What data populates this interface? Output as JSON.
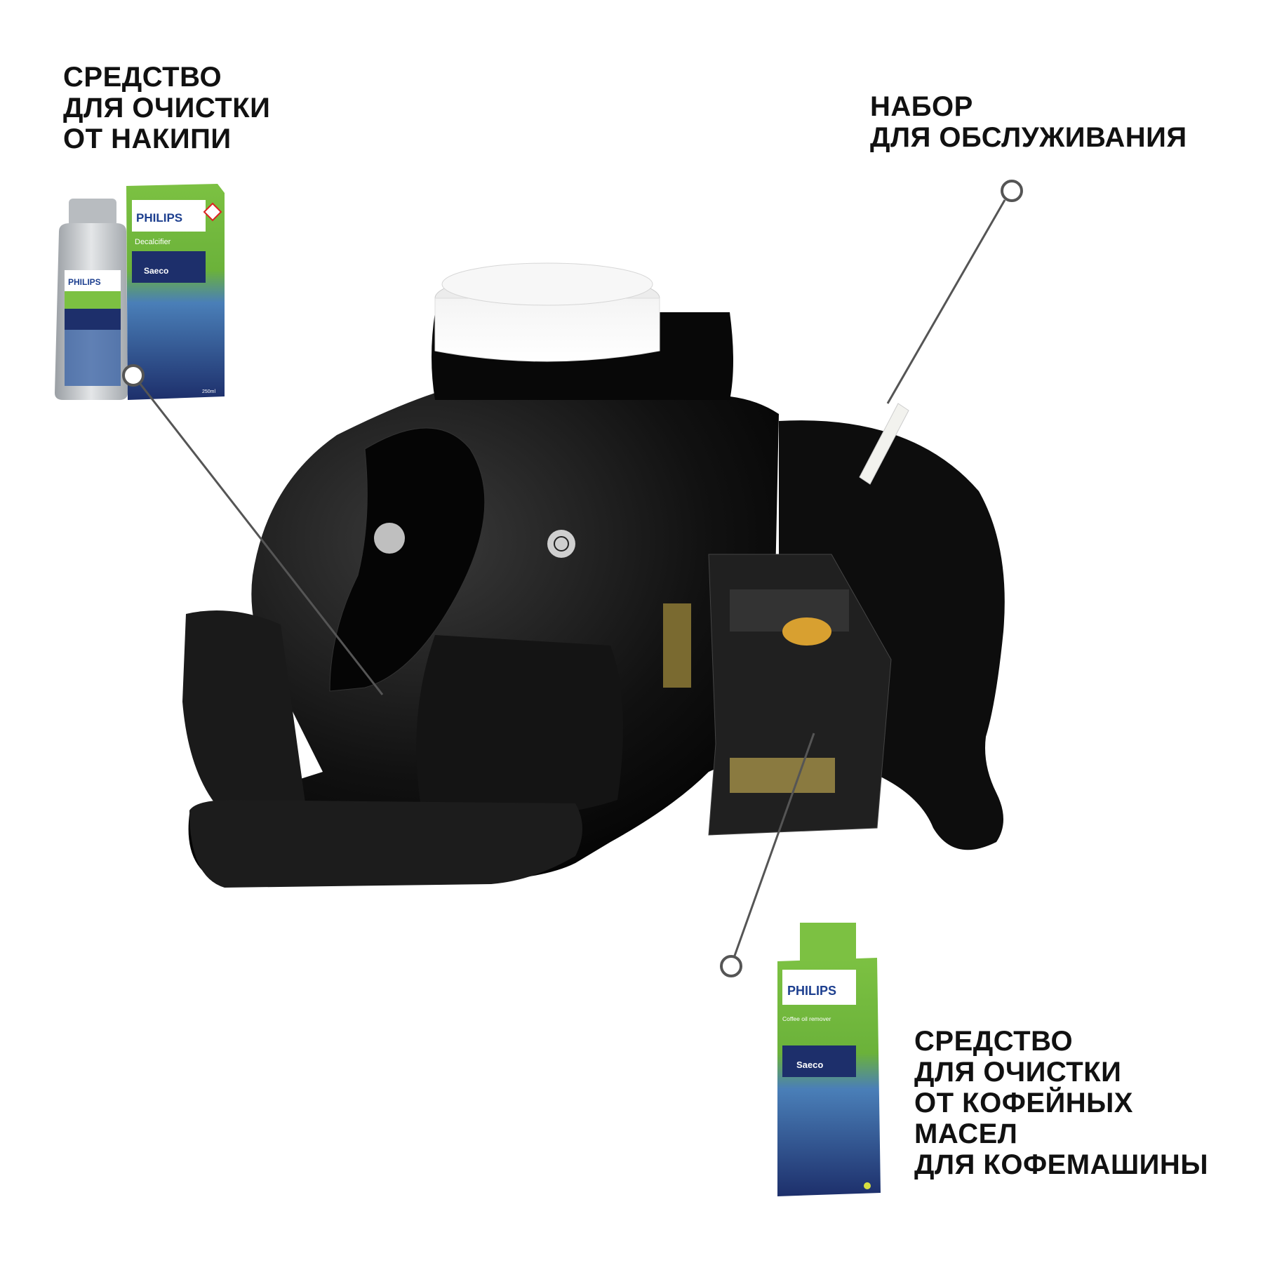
{
  "callouts": {
    "descaler": {
      "lines": [
        "СРЕДСТВО",
        "ДЛЯ ОЧИСТКИ",
        "ОТ НАКИПИ"
      ]
    },
    "maintenance_kit": {
      "lines": [
        "НАБОР",
        "ДЛЯ ОБСЛУЖИВАНИЯ"
      ]
    },
    "oil_remover": {
      "lines": [
        "СРЕДСТВО",
        "ДЛЯ ОЧИСТКИ",
        "ОТ КОФЕЙНЫХ",
        "МАСЕЛ",
        "ДЛЯ КОФЕМАШИНЫ"
      ]
    }
  },
  "products": {
    "descaler": {
      "brand": "PHILIPS",
      "name": "Decalcifier",
      "sub_brand": "Saeco",
      "volume": "250ml"
    },
    "oil_remover": {
      "brand": "PHILIPS",
      "name": "Coffee oil remover",
      "sub_brand": "Saeco"
    }
  },
  "colors": {
    "text": "#111111",
    "pointer": "#555555",
    "machine": "#0b0b0b",
    "package_green": "#7cc142",
    "package_blue": "#1d2f6b"
  }
}
